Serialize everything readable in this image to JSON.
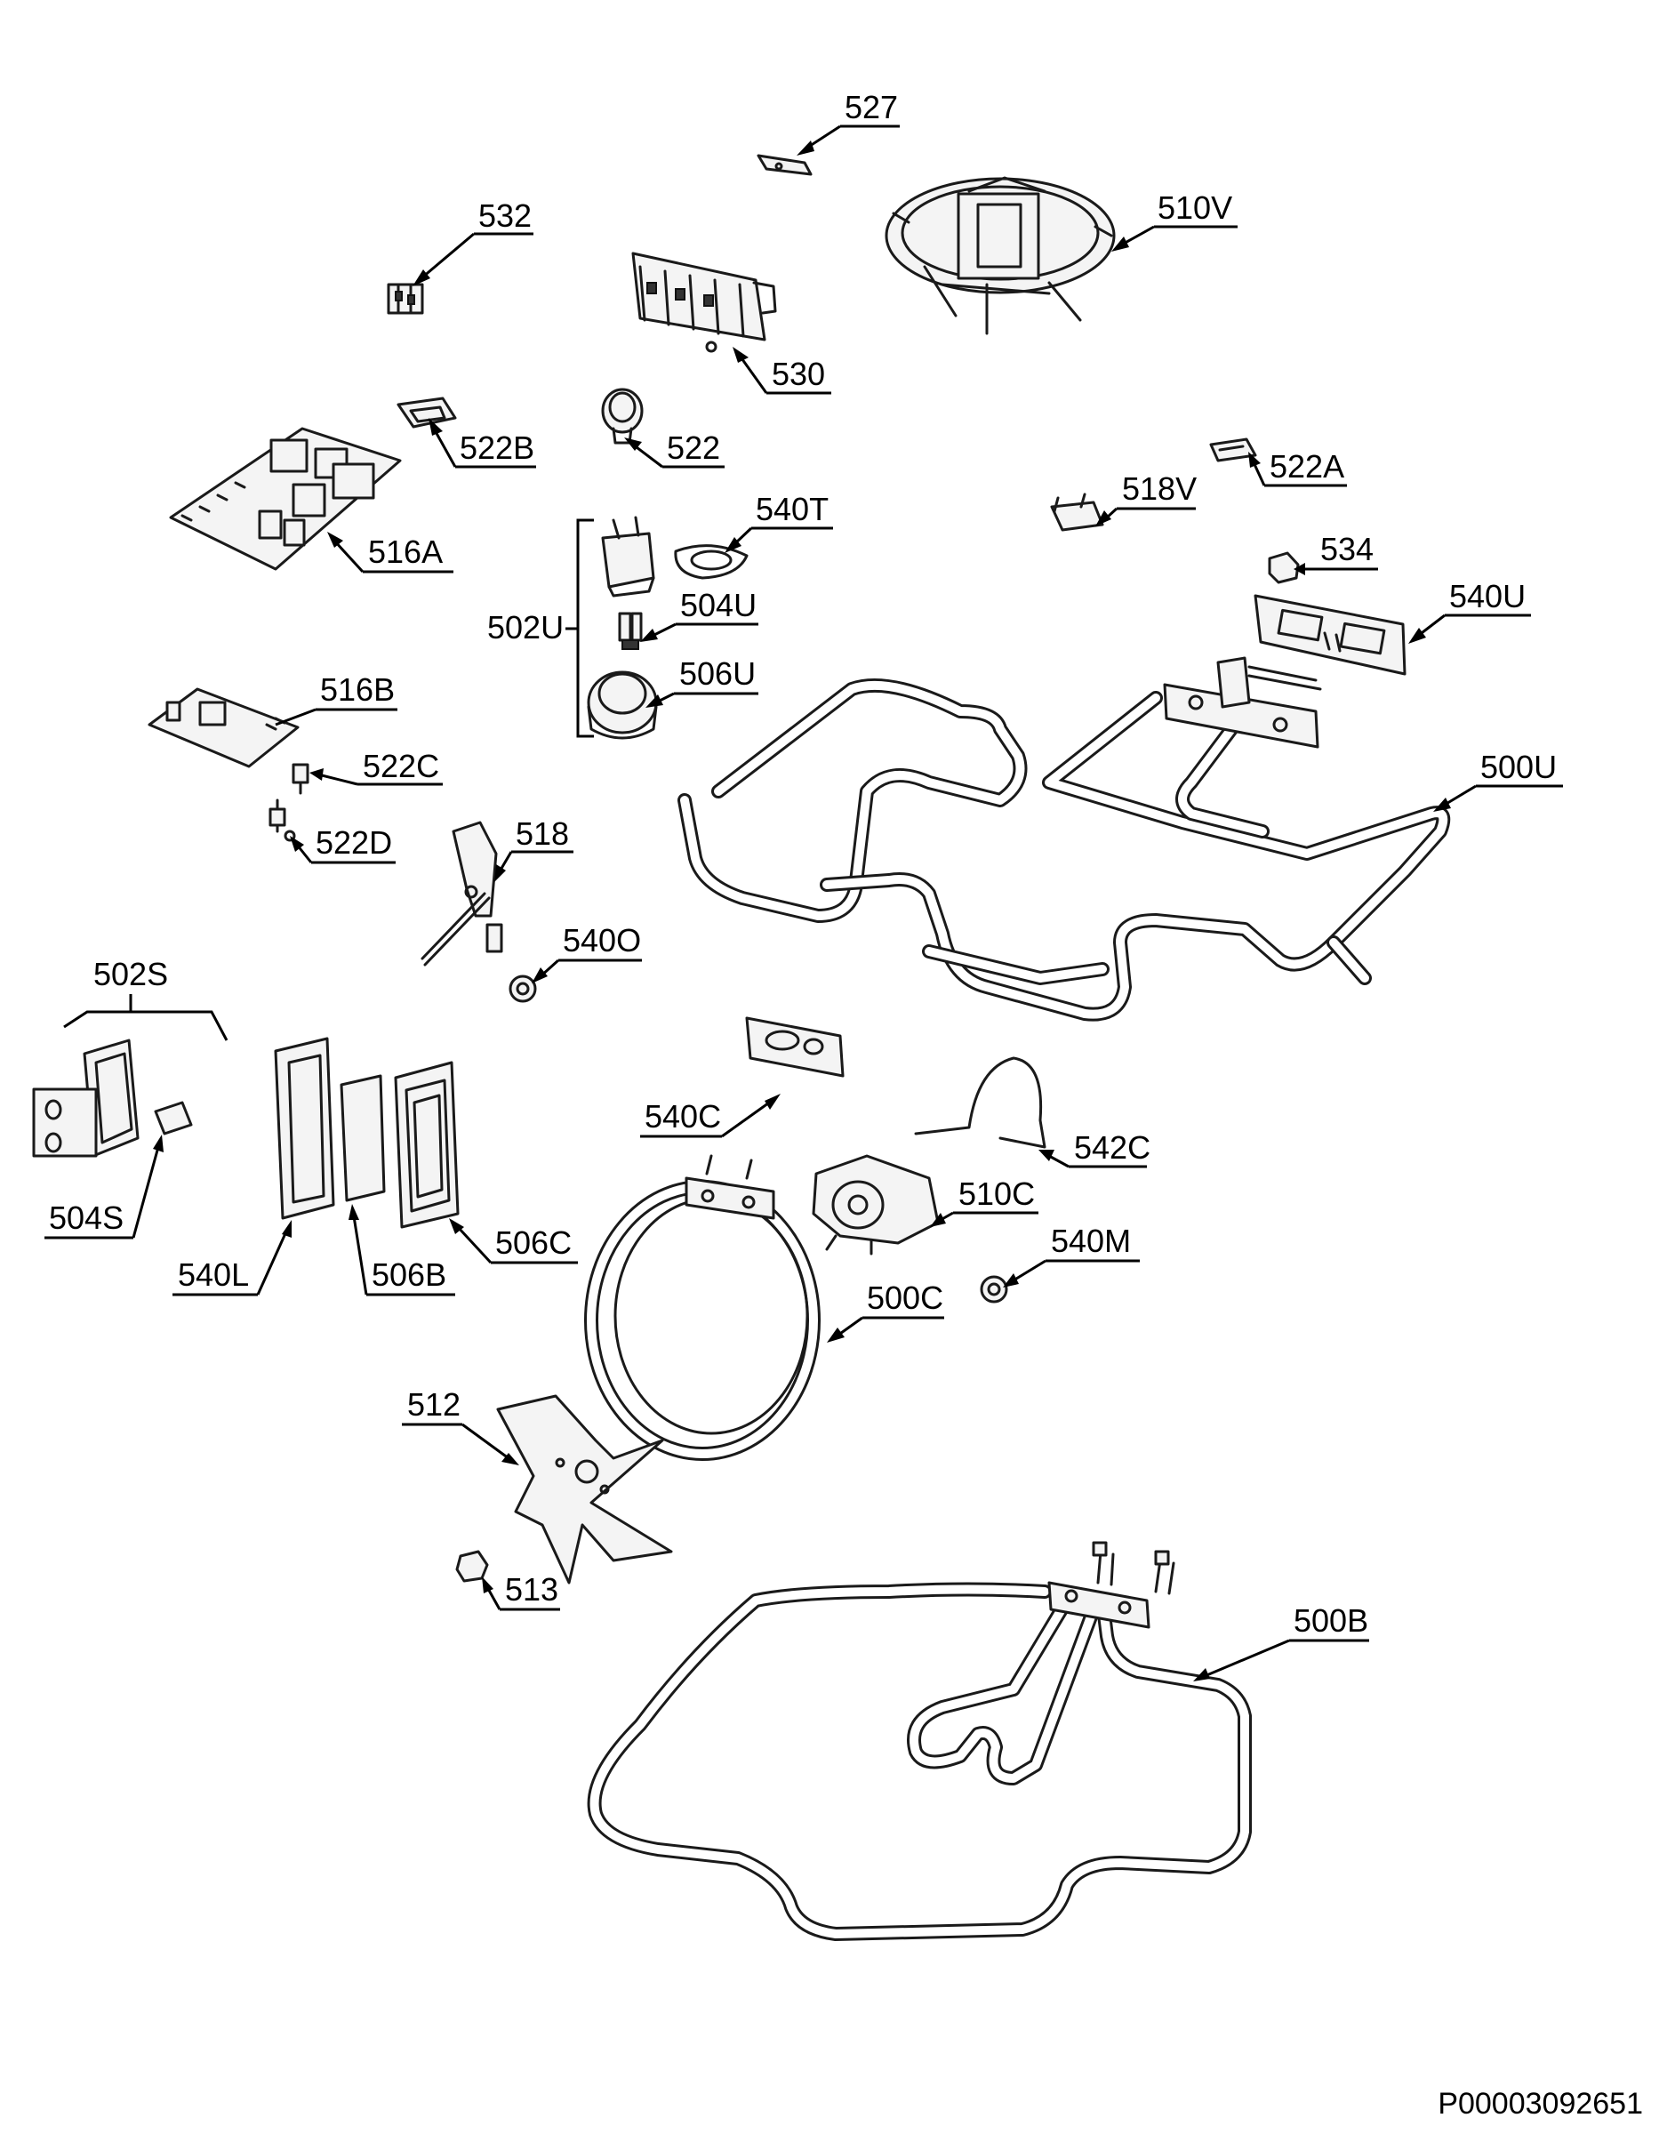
{
  "document_code": "P00003092651",
  "part_labels": [
    {
      "id": "527",
      "text": "527"
    },
    {
      "id": "510V",
      "text": "510V"
    },
    {
      "id": "532",
      "text": "532"
    },
    {
      "id": "530",
      "text": "530"
    },
    {
      "id": "522B",
      "text": "522B"
    },
    {
      "id": "522",
      "text": "522"
    },
    {
      "id": "522A",
      "text": "522A"
    },
    {
      "id": "518V",
      "text": "518V"
    },
    {
      "id": "516A",
      "text": "516A"
    },
    {
      "id": "540T",
      "text": "540T"
    },
    {
      "id": "502U",
      "text": "502U"
    },
    {
      "id": "504U",
      "text": "504U"
    },
    {
      "id": "506U",
      "text": "506U"
    },
    {
      "id": "534",
      "text": "534"
    },
    {
      "id": "540U",
      "text": "540U"
    },
    {
      "id": "516B",
      "text": "516B"
    },
    {
      "id": "522C",
      "text": "522C"
    },
    {
      "id": "522D",
      "text": "522D"
    },
    {
      "id": "518",
      "text": "518"
    },
    {
      "id": "500U",
      "text": "500U"
    },
    {
      "id": "540O",
      "text": "540O"
    },
    {
      "id": "502S",
      "text": "502S"
    },
    {
      "id": "540C",
      "text": "540C"
    },
    {
      "id": "542C",
      "text": "542C"
    },
    {
      "id": "510C",
      "text": "510C"
    },
    {
      "id": "504S",
      "text": "504S"
    },
    {
      "id": "540L",
      "text": "540L"
    },
    {
      "id": "506B",
      "text": "506B"
    },
    {
      "id": "506C",
      "text": "506C"
    },
    {
      "id": "540M",
      "text": "540M"
    },
    {
      "id": "500C",
      "text": "500C"
    },
    {
      "id": "512",
      "text": "512"
    },
    {
      "id": "513",
      "text": "513"
    },
    {
      "id": "500B",
      "text": "500B"
    }
  ]
}
